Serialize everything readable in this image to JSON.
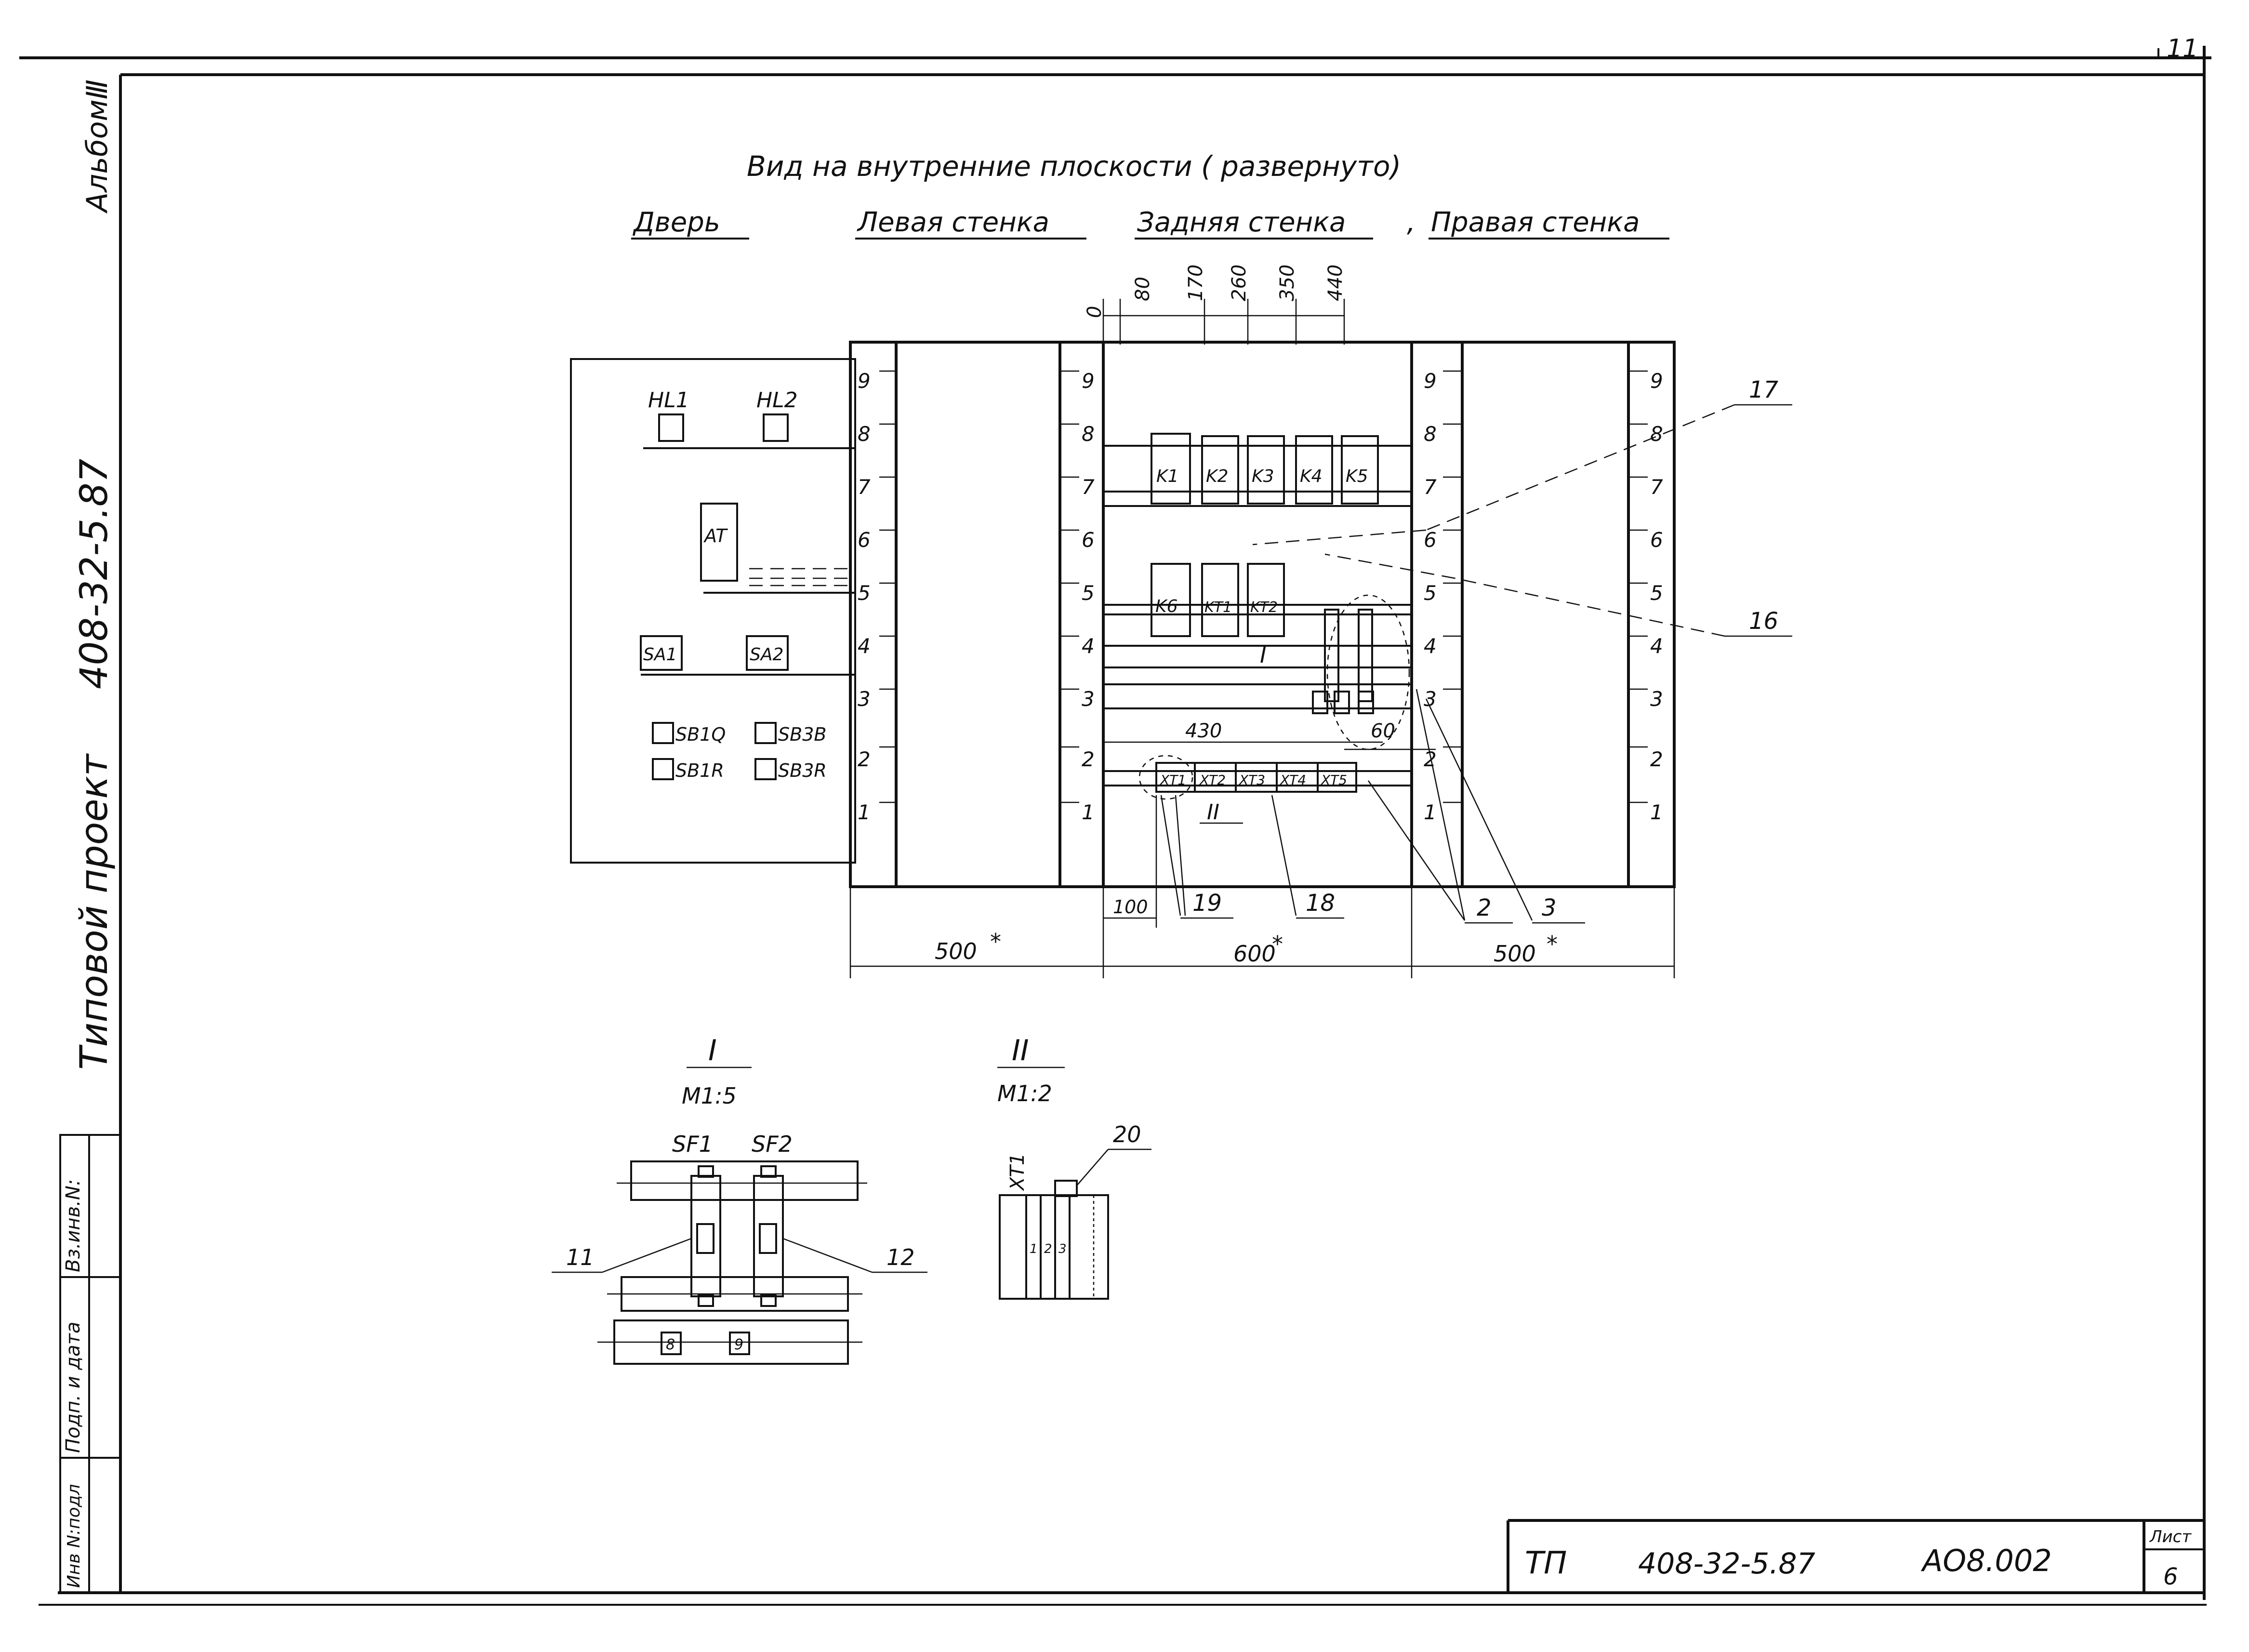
{
  "sheet_corner_number": "11",
  "side_stamp": {
    "album": "АльбомⅢ",
    "project_code": "408-32-5.87",
    "project_type": "Типовой проект",
    "field_inv_orig": "Инв N:подл",
    "field_sign_date": "Подп. и дата",
    "field_vz_inv": "Вз.инв.N:"
  },
  "title": "Вид на внутренние  плоскости ( развернуто)",
  "panel_labels": {
    "door": "Дверь",
    "left_wall": "Левая  стенка",
    "back_wall": "Задняя стенка",
    "comma": ",",
    "right_wall": "Правая стенка"
  },
  "top_dimensions": [
    "0",
    "80",
    "170",
    "260",
    "350",
    "440"
  ],
  "rail_numbers": [
    "9",
    "8",
    "7",
    "6",
    "5",
    "4",
    "3",
    "2",
    "1"
  ],
  "door_items": {
    "hl1": "HL1",
    "hl2": "HL2",
    "at": "AT",
    "sa1": "SA1",
    "sa2": "SA2",
    "sb1q": "SB1Q",
    "sb3b": "SB3B",
    "sb1r": "SB1R",
    "sb3r": "SB3R"
  },
  "devices_row1": [
    "K1",
    "K2",
    "K3",
    "K4",
    "K5"
  ],
  "devices_row2": [
    "K6",
    "KT1",
    "KT2"
  ],
  "terminals": [
    "XT1",
    "XT2",
    "XT3",
    "XT4",
    "XT5"
  ],
  "view_marks": {
    "view1": "I",
    "view2": "II"
  },
  "inner_dims": {
    "d430": "430",
    "d60": "60",
    "d100": "100"
  },
  "callouts": [
    "17",
    "16",
    "19",
    "18",
    "2",
    "3"
  ],
  "bottom_dims": {
    "left": "500",
    "center": "600",
    "right": "500",
    "star": "*"
  },
  "detail1": {
    "mark": "I",
    "scale": "M1:5",
    "sf1": "SF1",
    "sf2": "SF2",
    "c11": "11",
    "c12": "12",
    "t8": "8",
    "t9": "9"
  },
  "detail2": {
    "mark": "II",
    "scale": "M1:2",
    "xt1": "XT1",
    "c20": "20",
    "cells": [
      "1",
      "2",
      "3"
    ]
  },
  "title_block": {
    "tp": "ТП",
    "code": "408-32-5.87",
    "sheet_code": "АО8.002",
    "sheet_label": "Лист",
    "sheet_number": "6"
  }
}
